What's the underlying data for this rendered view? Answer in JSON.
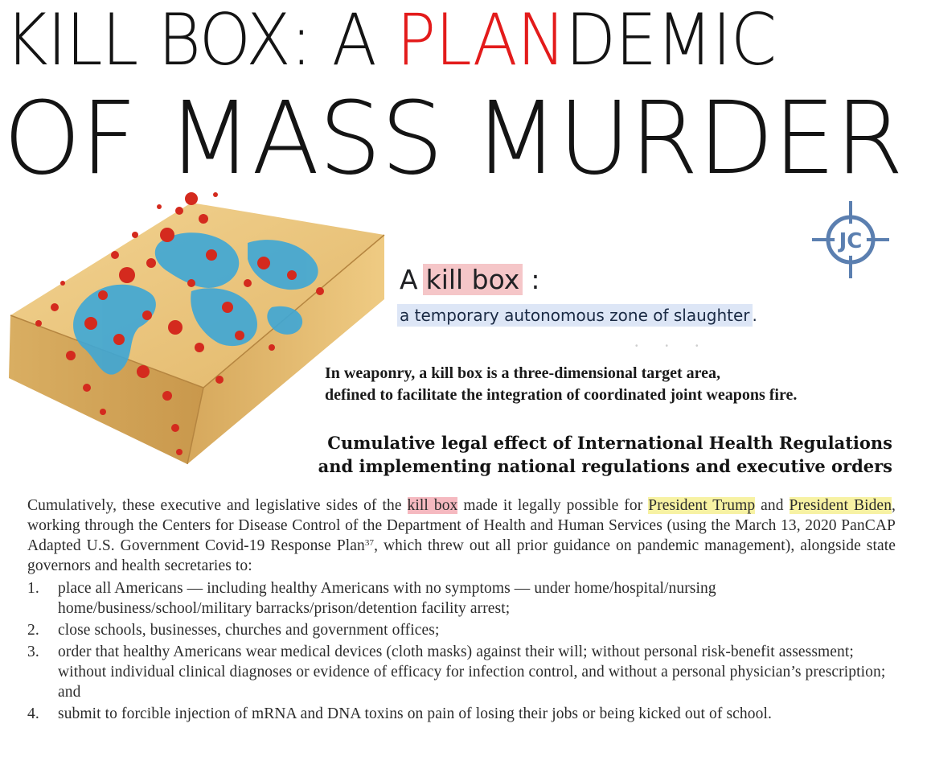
{
  "headline": {
    "line1_part1": "KILL BOX: A ",
    "line1_red": "PLAN",
    "line1_part2": "DEMIC",
    "line2": "OF MASS MURDER"
  },
  "logo": {
    "letters": "JC"
  },
  "definition": {
    "article": "A",
    "term": "kill box",
    "colon": ":",
    "meaning": "a temporary autonomous zone of slaughter",
    "period": "."
  },
  "weaponry": {
    "line1": "In weaponry, a kill box is a three-dimensional target area,",
    "line2": "defined to facilitate the integration of coordinated joint weapons fire."
  },
  "section_title": {
    "line1": "Cumulative legal effect of International Health Regulations",
    "line2": "and implementing national regulations and executive orders"
  },
  "body": {
    "intro_1": "Cumulatively, these executive and legislative sides of the ",
    "intro_kill_box": "kill box",
    "intro_2": " made it legally possible for ",
    "president_trump": "President Trump",
    "intro_3": " and ",
    "president_biden": "President Biden",
    "intro_4": ", working through the Centers for Disease Control of the Department of Health and Human Services (using the March 13, 2020 PanCAP Adapted U.S. Government Covid-19 Response Plan",
    "footnote": "37",
    "intro_5": ", which threw out all prior guidance on pandemic management), alongside state governors and health secretaries to:",
    "items": [
      {
        "num": "1.",
        "text": "place all Americans — including healthy Americans with no symptoms — under home/hospital/nursing home/business/school/military barracks/prison/detention facility arrest;"
      },
      {
        "num": "2.",
        "text": "close schools, businesses, churches and government offices;"
      },
      {
        "num": "3.",
        "text": "order that healthy Americans wear medical devices (cloth masks) against their will; without personal risk-benefit assessment; without individual clinical diagnoses or evidence of efficacy for infection control, and without a personal physician’s prescription; and"
      },
      {
        "num": "4.",
        "text": "submit to forcible injection of mRNA and DNA toxins on pain of losing their jobs or being kicked out of school."
      }
    ]
  },
  "colors": {
    "headline_red": "#e31b1b",
    "kill_box_highlight": "#f5c6c8",
    "meaning_highlight": "#dde6f6",
    "president_highlight": "#f7f2a3",
    "logo_blue": "#5b7fb0",
    "box_tan": "#e8c47a",
    "map_blue": "#3ea7d6",
    "blood_red": "#d42a1e"
  }
}
